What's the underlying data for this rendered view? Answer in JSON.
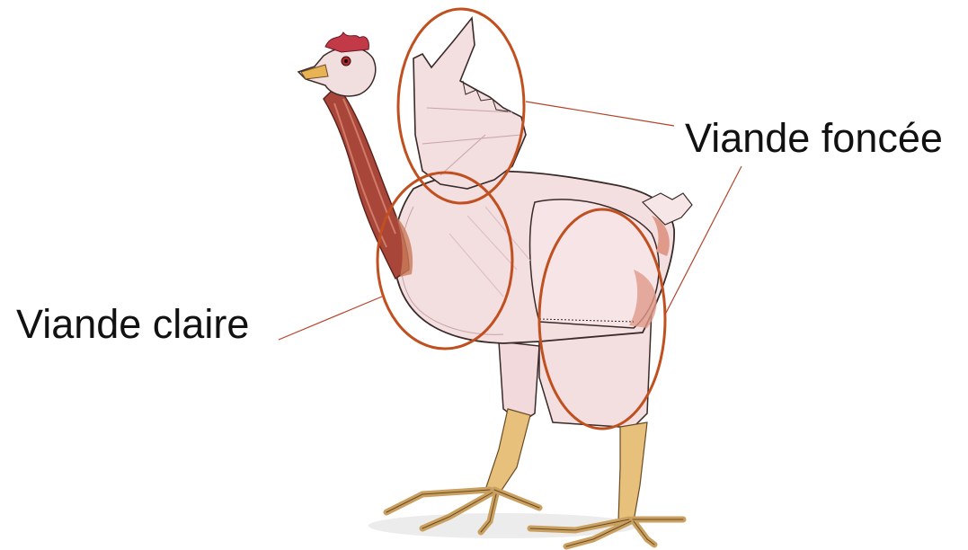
{
  "labels": {
    "dark_meat": "Viande foncée",
    "light_meat": "Viande claire"
  },
  "colors": {
    "highlight": "#c0501f",
    "pointer_line": "#b5432a",
    "skin": "#f3dee0",
    "muscle_red": "#a8463a",
    "comb": "#c23a48",
    "legs": "#e7c17c",
    "outline": "#3a2a28"
  },
  "icons": {
    "figure": "plucked-chicken-anatomy-illustration"
  }
}
